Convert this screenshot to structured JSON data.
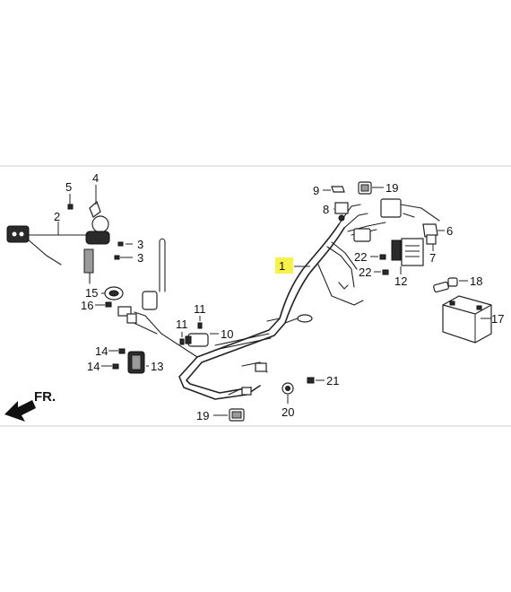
{
  "callouts": {
    "p1": "1",
    "p2": "2",
    "p3a": "3",
    "p3b": "3",
    "p4": "4",
    "p5": "5",
    "p6": "6",
    "p7": "7",
    "p8": "8",
    "p9": "9",
    "p10": "10",
    "p11a": "11",
    "p11b": "11",
    "p12": "12",
    "p13": "13",
    "p14a": "14",
    "p14b": "14",
    "p15": "15",
    "p16": "16",
    "p17": "17",
    "p18": "18",
    "p19a": "19",
    "p19b": "19",
    "p20": "20",
    "p21": "21",
    "p22a": "22",
    "p22b": "22"
  },
  "direction_label": "FR.",
  "colors": {
    "highlight": "#f6f24a",
    "line": "#222222"
  }
}
